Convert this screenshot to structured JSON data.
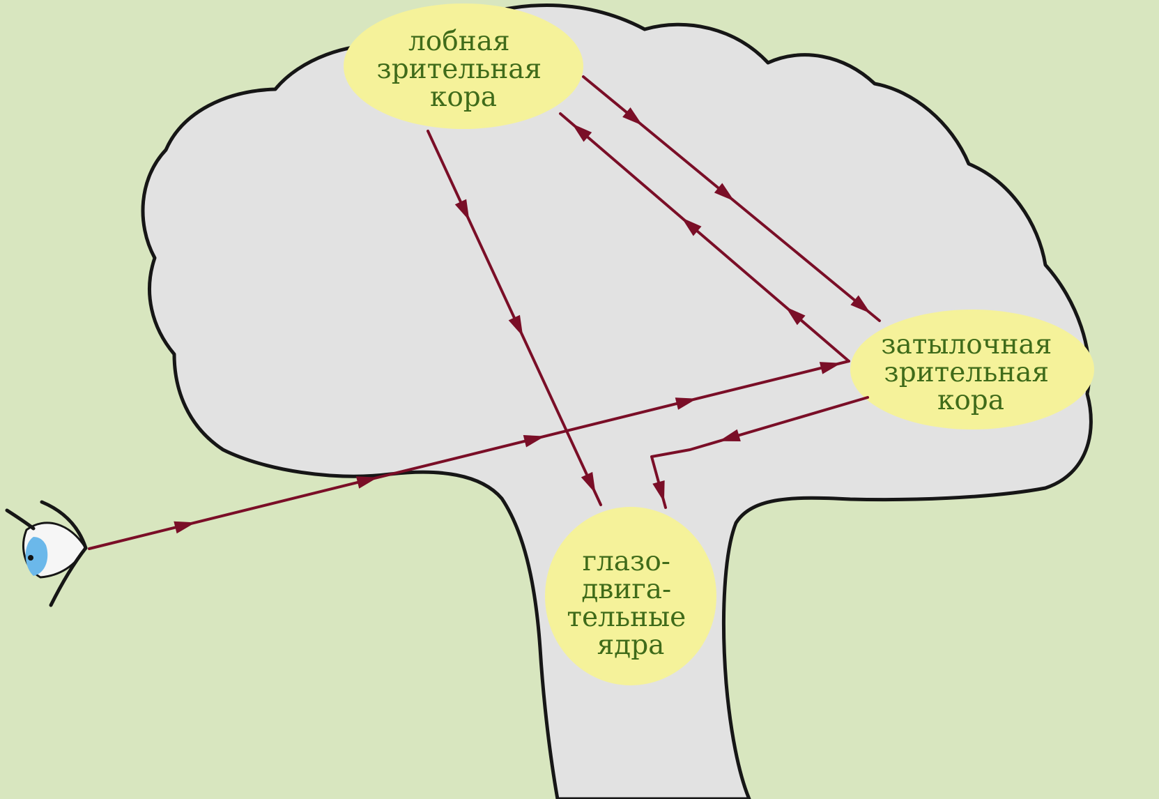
{
  "diagram": {
    "nodes": {
      "frontal": {
        "lines": [
          "лобная",
          "зрительная",
          "кора"
        ]
      },
      "occipital": {
        "lines": [
          "затылочная",
          "зрительная",
          "кора"
        ]
      },
      "oculomotor": {
        "lines": [
          "глазо-",
          "двига-",
          "тельные",
          "ядра"
        ]
      }
    },
    "colors": {
      "background": "#d8e6bf",
      "brain_fill": "#e2e2e2",
      "node_fill": "#f5f29a",
      "label_text": "#3f6b1a",
      "arrows": "#7a0e27",
      "iris": "#6bb8ea"
    },
    "connections": [
      {
        "from": "eye",
        "to": "occipital"
      },
      {
        "from": "frontal",
        "to": "occipital"
      },
      {
        "from": "occipital",
        "to": "frontal"
      },
      {
        "from": "frontal",
        "to": "oculomotor"
      },
      {
        "from": "occipital",
        "to": "oculomotor"
      }
    ]
  }
}
